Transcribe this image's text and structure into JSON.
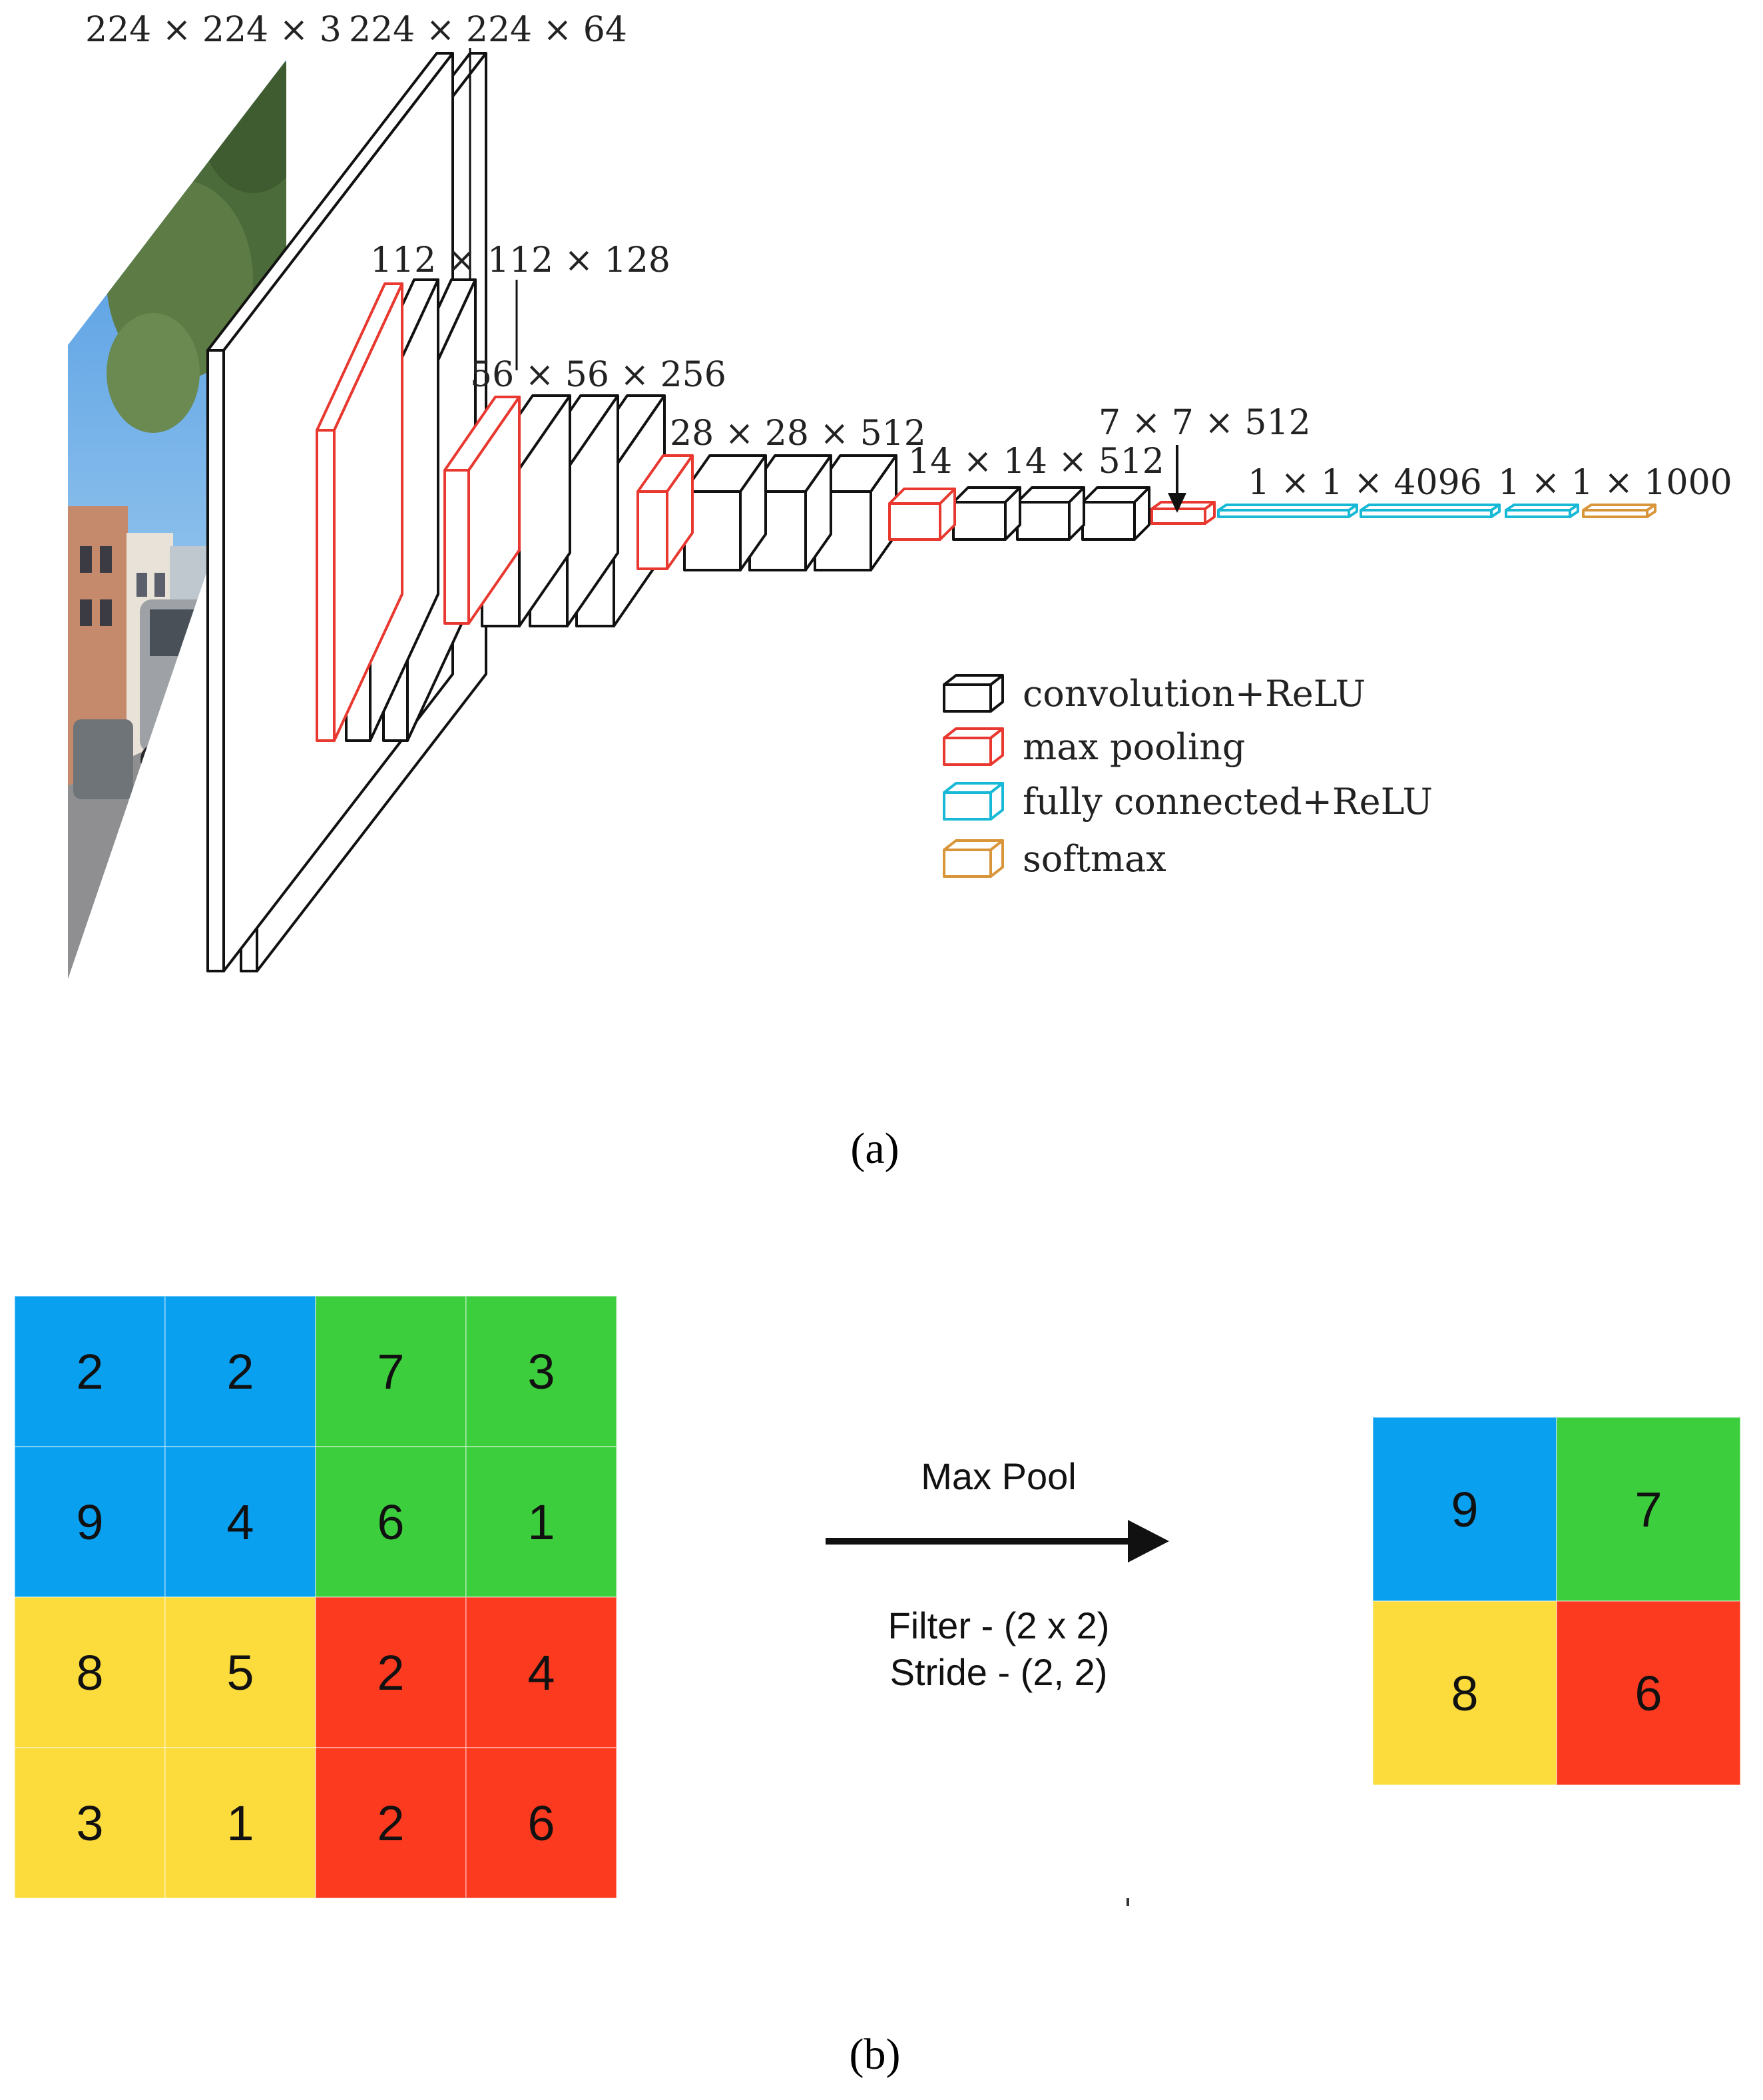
{
  "panel_a": {
    "caption": "(a)",
    "dimension_labels": [
      "224 × 224 × 3",
      "224 × 224 × 64",
      "112 × 112 × 128",
      "56 × 56 × 256",
      "28 × 28 × 512",
      "14 × 14 × 512",
      "7 × 7 × 512",
      "1 × 1 × 4096",
      "1 × 1 × 1000"
    ],
    "legend": [
      {
        "label": "convolution+ReLU",
        "color": "#111111"
      },
      {
        "label": "max pooling",
        "color": "#e8382f"
      },
      {
        "label": "fully connected+ReLU",
        "color": "#17b9d6"
      },
      {
        "label": "softmax",
        "color": "#d9953a"
      }
    ],
    "input_image": "street-scene-photo"
  },
  "panel_b": {
    "caption": "(b)",
    "input_grid": [
      [
        "2",
        "2",
        "7",
        "3"
      ],
      [
        "9",
        "4",
        "6",
        "1"
      ],
      [
        "8",
        "5",
        "2",
        "4"
      ],
      [
        "3",
        "1",
        "2",
        "6"
      ]
    ],
    "output_grid": [
      [
        "9",
        "7"
      ],
      [
        "8",
        "6"
      ]
    ],
    "quadrant_colors": {
      "top_left": "#0aa0f0",
      "top_right": "#3dce3d",
      "bottom_left": "#fcdc3c",
      "bottom_right": "#fc3a20"
    },
    "operation_label": "Max Pool",
    "filter_label": "Filter - (2 x 2)",
    "stride_label": "Stride - (2, 2)"
  }
}
